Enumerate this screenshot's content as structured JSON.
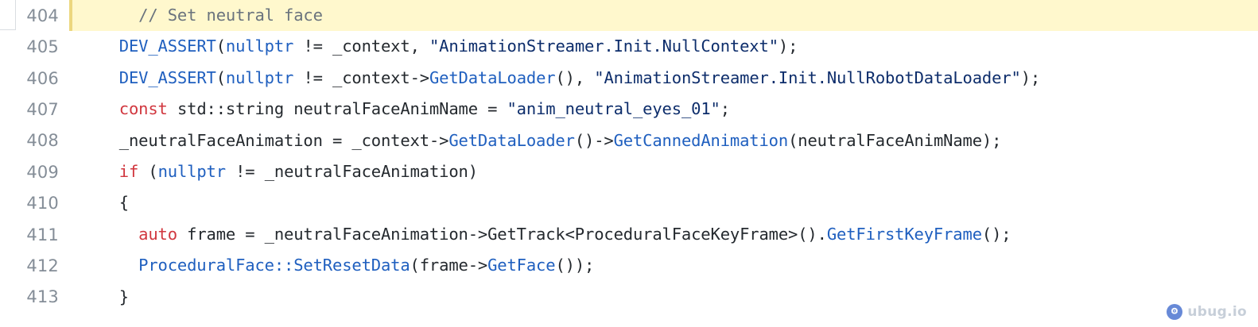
{
  "viewer": {
    "language": "cpp",
    "highlight_color": "#fff8cd",
    "highlight_border_color": "#ecd77f",
    "gutter_text_color": "#848d97",
    "background": "#ffffff",
    "colors": {
      "comment": "#6a737d",
      "keyword": "#d1373f",
      "function": "#1f5fbf",
      "string": "#0d2d6b",
      "plain": "#24292e"
    }
  },
  "lines": [
    {
      "number": "404",
      "highlighted": true,
      "tokens": [
        {
          "t": "plain",
          "s": "      "
        },
        {
          "t": "comment",
          "s": "// Set neutral face"
        }
      ]
    },
    {
      "number": "405",
      "highlighted": false,
      "tokens": [
        {
          "t": "plain",
          "s": "    "
        },
        {
          "t": "func",
          "s": "DEV_ASSERT"
        },
        {
          "t": "plain",
          "s": "("
        },
        {
          "t": "func",
          "s": "nullptr"
        },
        {
          "t": "plain",
          "s": " != _context, "
        },
        {
          "t": "string",
          "s": "\"AnimationStreamer.Init.NullContext\""
        },
        {
          "t": "plain",
          "s": ");"
        }
      ]
    },
    {
      "number": "406",
      "highlighted": false,
      "tokens": [
        {
          "t": "plain",
          "s": "    "
        },
        {
          "t": "func",
          "s": "DEV_ASSERT"
        },
        {
          "t": "plain",
          "s": "("
        },
        {
          "t": "func",
          "s": "nullptr"
        },
        {
          "t": "plain",
          "s": " != _context->"
        },
        {
          "t": "func",
          "s": "GetDataLoader"
        },
        {
          "t": "plain",
          "s": "(), "
        },
        {
          "t": "string",
          "s": "\"AnimationStreamer.Init.NullRobotDataLoader\""
        },
        {
          "t": "plain",
          "s": ");"
        }
      ]
    },
    {
      "number": "407",
      "highlighted": false,
      "tokens": [
        {
          "t": "plain",
          "s": "    "
        },
        {
          "t": "keyword",
          "s": "const"
        },
        {
          "t": "plain",
          "s": " std::string neutralFaceAnimName = "
        },
        {
          "t": "string",
          "s": "\"anim_neutral_eyes_01\""
        },
        {
          "t": "plain",
          "s": ";"
        }
      ]
    },
    {
      "number": "408",
      "highlighted": false,
      "tokens": [
        {
          "t": "plain",
          "s": "    _neutralFaceAnimation = _context->"
        },
        {
          "t": "func",
          "s": "GetDataLoader"
        },
        {
          "t": "plain",
          "s": "()->"
        },
        {
          "t": "func",
          "s": "GetCannedAnimation"
        },
        {
          "t": "plain",
          "s": "(neutralFaceAnimName);"
        }
      ]
    },
    {
      "number": "409",
      "highlighted": false,
      "tokens": [
        {
          "t": "plain",
          "s": "    "
        },
        {
          "t": "keyword",
          "s": "if"
        },
        {
          "t": "plain",
          "s": " ("
        },
        {
          "t": "func",
          "s": "nullptr"
        },
        {
          "t": "plain",
          "s": " != _neutralFaceAnimation)"
        }
      ]
    },
    {
      "number": "410",
      "highlighted": false,
      "tokens": [
        {
          "t": "plain",
          "s": "    {"
        }
      ]
    },
    {
      "number": "411",
      "highlighted": false,
      "tokens": [
        {
          "t": "plain",
          "s": "      "
        },
        {
          "t": "keyword",
          "s": "auto"
        },
        {
          "t": "plain",
          "s": " frame = _neutralFaceAnimation->GetTrack<ProceduralFaceKeyFrame>()."
        },
        {
          "t": "func",
          "s": "GetFirstKeyFrame"
        },
        {
          "t": "plain",
          "s": "();"
        }
      ]
    },
    {
      "number": "412",
      "highlighted": false,
      "tokens": [
        {
          "t": "plain",
          "s": "      "
        },
        {
          "t": "func",
          "s": "ProceduralFace::SetResetData"
        },
        {
          "t": "plain",
          "s": "(frame->"
        },
        {
          "t": "func",
          "s": "GetFace"
        },
        {
          "t": "plain",
          "s": "());"
        }
      ]
    },
    {
      "number": "413",
      "highlighted": false,
      "tokens": [
        {
          "t": "plain",
          "s": "    }"
        }
      ]
    }
  ],
  "watermark": {
    "label": "ubug.io",
    "icon": "eye-gear-icon"
  }
}
